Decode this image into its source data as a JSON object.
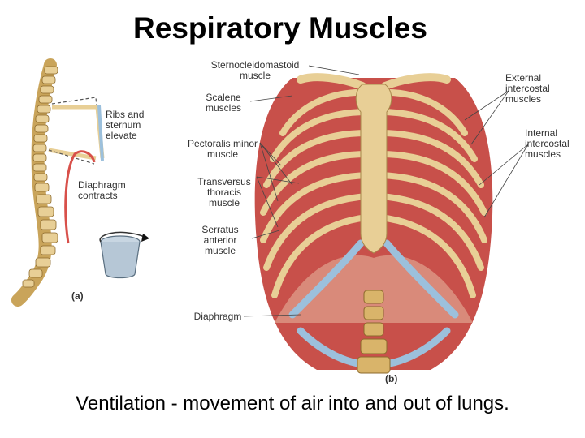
{
  "title": "Respiratory Muscles",
  "caption": "Ventilation - movement of air into and out of lungs.",
  "panel_a": {
    "id": "(a)",
    "label_ribs": "Ribs and sternum elevate",
    "label_diaphragm": "Diaphragm contracts"
  },
  "panel_b": {
    "id": "(b)",
    "labels": {
      "scm": "Sternocleidomastoid muscle",
      "scalene": "Scalene muscles",
      "pec_minor": "Pectoralis minor muscle",
      "transversus": "Transversus thoracis muscle",
      "serratus": "Serratus anterior muscle",
      "diaphragm": "Diaphragm",
      "external_ic": "External intercostal muscles",
      "internal_ic": "Internal intercostal muscles"
    }
  },
  "colors": {
    "bone": "#e8cf96",
    "muscle": "#c8504a",
    "cartilage": "#9cc0dc",
    "spine": "#d9b46a"
  }
}
